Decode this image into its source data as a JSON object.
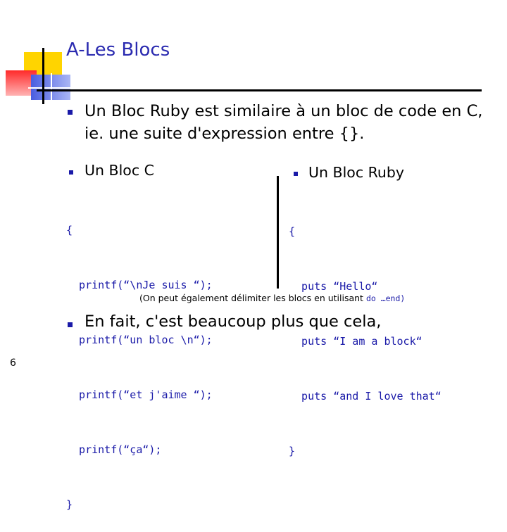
{
  "slide": {
    "title": "A-Les Blocs",
    "main_bullet": "Un Bloc Ruby est similaire à un bloc de code en C, ie. une suite d'expression entre {}.",
    "left_heading": "Un Bloc C",
    "right_heading": "Un Bloc Ruby",
    "c_code": [
      "{",
      "  printf(“\\nJe suis “);",
      "  printf(“un bloc \\n“);",
      "  printf(“et j'aime “);",
      "  printf(“ça“);",
      "}"
    ],
    "ruby_code": [
      "{",
      "  puts “Hello“",
      "  puts “I am a block“",
      "  puts “and I love that“",
      "}"
    ],
    "note_text": "(On peut également délimiter les blocs en utilisant ",
    "note_code": "do …end)",
    "bottom_bullet": "En fait, c'est beaucoup plus que cela,",
    "page_number": "6"
  },
  "colors": {
    "title": "#2b2bb0",
    "code": "#1a1aa8",
    "deco_yellow": "#ffd400",
    "deco_red": "#ff3a3a",
    "deco_blue": "#5a6ee0"
  }
}
